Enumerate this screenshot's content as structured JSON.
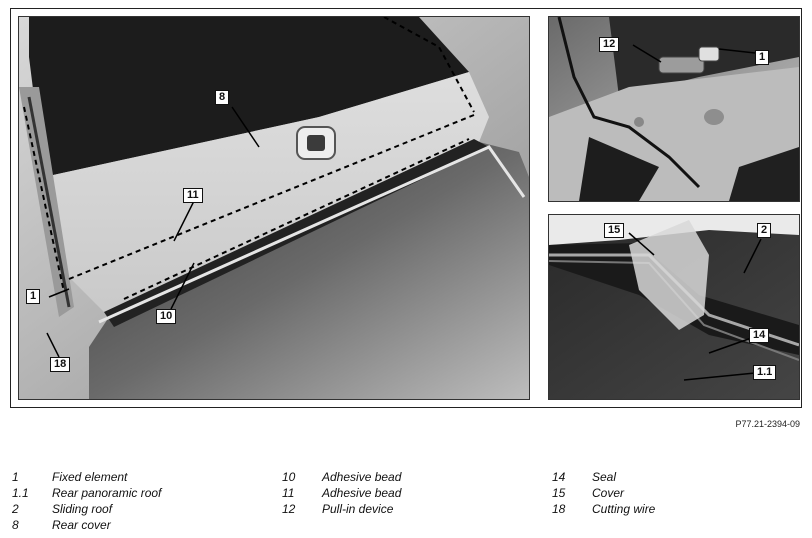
{
  "callouts": {
    "main": [
      "8",
      "11",
      "1",
      "10",
      "18"
    ],
    "top_right": [
      "12",
      "1"
    ],
    "bottom_right": [
      "15",
      "2",
      "14",
      "1.1"
    ]
  },
  "reference_code": "P77.21-2394-09",
  "legend": [
    [
      {
        "num": "1",
        "label": "Fixed element"
      },
      {
        "num": "1.1",
        "label": "Rear panoramic roof"
      },
      {
        "num": "2",
        "label": "Sliding roof"
      },
      {
        "num": "8",
        "label": "Rear cover"
      }
    ],
    [
      {
        "num": "10",
        "label": "Adhesive bead"
      },
      {
        "num": "11",
        "label": "Adhesive bead"
      },
      {
        "num": "12",
        "label": "Pull-in device"
      }
    ],
    [
      {
        "num": "14",
        "label": "Seal"
      },
      {
        "num": "15",
        "label": "Cover"
      },
      {
        "num": "18",
        "label": "Cutting wire"
      }
    ]
  ]
}
